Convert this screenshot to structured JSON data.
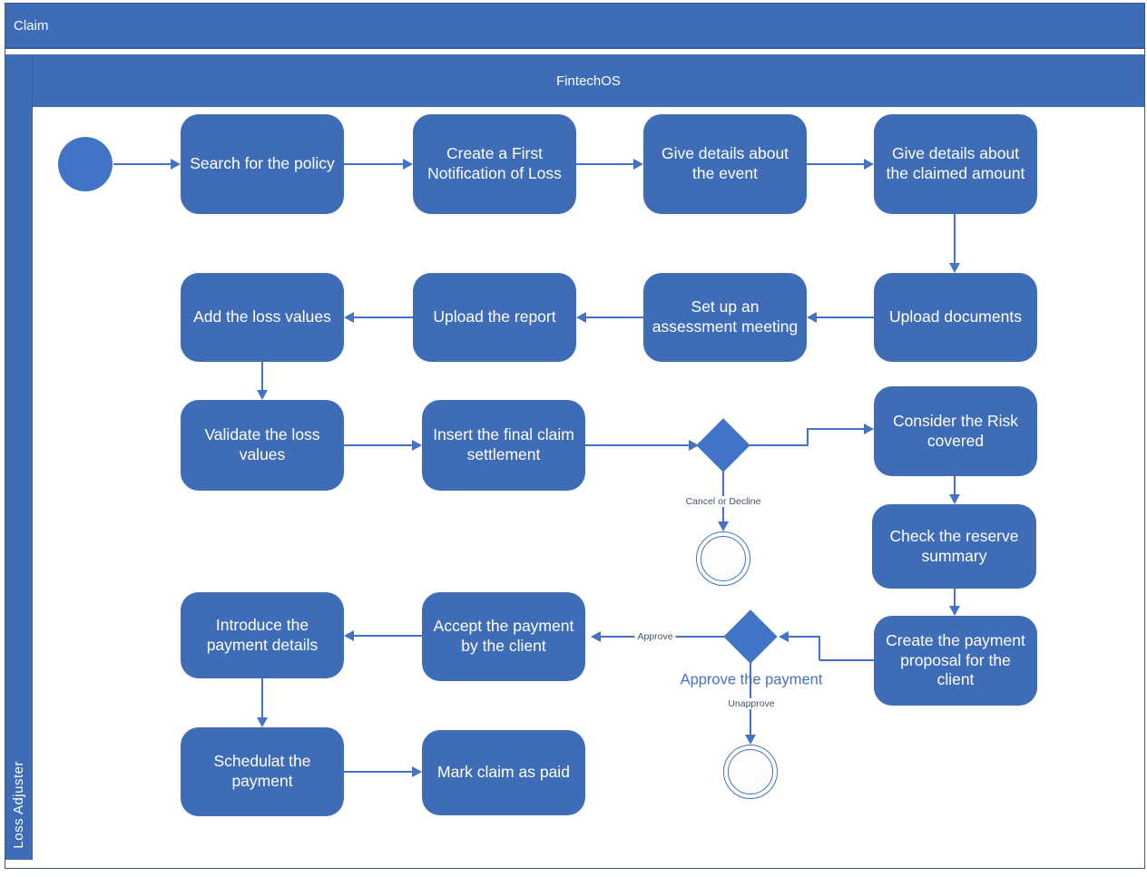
{
  "header": {
    "title": "Claim"
  },
  "lane": {
    "role": "Loss Adjuster"
  },
  "phase": {
    "name": "FintechOS"
  },
  "colors": {
    "shape_blue": "#3F6CB6",
    "accent_blue": "#4173C6",
    "arrow_blue": "#4472C4",
    "label_slate": "#44546A"
  },
  "nodes": {
    "search_policy": "Search for the policy",
    "create_fnol": "Create a First Notification of Loss",
    "give_event": "Give details about the event",
    "give_amount": "Give details about the claimed amount",
    "upload_docs": "Upload documents",
    "setup_meeting": "Set up an assessment meeting",
    "upload_report": "Upload the report",
    "add_loss": "Add the loss values",
    "validate_loss": "Validate the loss values",
    "insert_settlement": "Insert the final claim settlement",
    "consider_risk": "Consider the Risk covered",
    "check_reserve": "Check the reserve summary",
    "create_proposal": "Create the payment proposal for the client",
    "accept_payment": "Accept the payment by the client",
    "introduce_details": "Introduce the payment details",
    "schedule_payment": "Schedulat the payment",
    "mark_paid": "Mark claim as paid"
  },
  "labels": {
    "cancel_or_decline": "Cancel or Decline",
    "approve": "Approve",
    "approve_the_payment": "Approve the payment",
    "unapprove": "Unapprove"
  }
}
